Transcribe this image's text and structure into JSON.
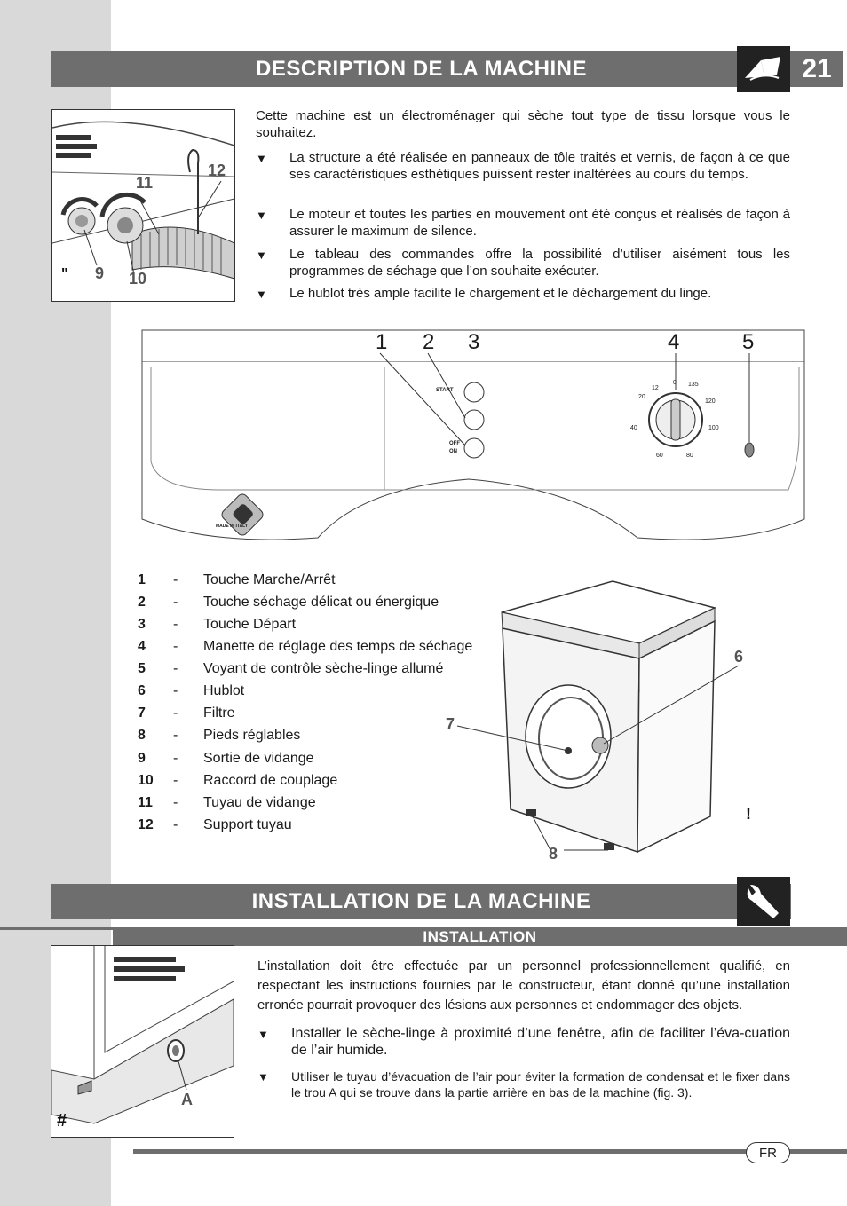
{
  "page_number": "21",
  "section1": {
    "title": "DESCRIPTION DE LA MACHINE",
    "intro": "Cette machine est un électroménager qui sèche tout type de tissu lorsque vous le souhaitez.",
    "bullets": [
      "La structure a été réalisée en panneaux de tôle traités et vernis, de façon à ce que ses caractéristiques esthétiques puissent rester inaltérées au cours du temps.",
      "Le moteur et toutes les parties en mouvement ont été conçus et réalisés de façon à assurer le maximum de silence.",
      "Le tableau des commandes offre la possibilité d’utiliser aisément tous les programmes de séchage que l’on souhaite exécuter.",
      "Le hublot très ample facilite le chargement et le déchargement du linge."
    ],
    "bullet_mark": "▼",
    "fig1": {
      "labels": [
        "11",
        "12",
        "9",
        "10"
      ],
      "glyph": "\""
    },
    "panel": {
      "numbers": [
        "1",
        "2",
        "3",
        "4",
        "5"
      ],
      "start_label": "START",
      "off_label": "OFF",
      "on_label": "ON",
      "dial_marks": [
        "0",
        "12",
        "20",
        "40",
        "60",
        "80",
        "100",
        "120",
        "135"
      ],
      "brand_text": "MADE IN ITALY"
    },
    "legend": [
      {
        "num": "1",
        "dash": "-",
        "text": "Touche Marche/Arrêt"
      },
      {
        "num": "2",
        "dash": "-",
        "text": "Touche séchage délicat ou énergique"
      },
      {
        "num": "3",
        "dash": "-",
        "text": "Touche Départ"
      },
      {
        "num": "4",
        "dash": "-",
        "text": "Manette de réglage des temps de séchage"
      },
      {
        "num": "5",
        "dash": "-",
        "text": "Voyant de contrôle sèche-linge allumé"
      },
      {
        "num": "6",
        "dash": "-",
        "text": "Hublot"
      },
      {
        "num": "7",
        "dash": "-",
        "text": "Filtre"
      },
      {
        "num": "8",
        "dash": "-",
        "text": "Pieds réglables"
      },
      {
        "num": "9",
        "dash": "-",
        "text": "Sortie de vidange"
      },
      {
        "num": "10",
        "dash": "-",
        "text": "Raccord de couplage"
      },
      {
        "num": "11",
        "dash": "-",
        "text": "Tuyau de vidange"
      },
      {
        "num": "12",
        "dash": "-",
        "text": "Support tuyau"
      }
    ],
    "machine_labels": {
      "six": "6",
      "seven": "7",
      "eight": "8",
      "excl": "!"
    }
  },
  "section2": {
    "title": "INSTALLATION DE LA MACHINE",
    "subtitle": "INSTALLATION",
    "intro": "L’installation doit être effectuée par un personnel professionnellement qualifié, en respectant les instructions fournies par le constructeur, étant donné qu’une installation erronée pourrait provoquer des lésions aux personnes et endommager des objets.",
    "bullets": [
      "Installer le sèche-linge à proximité d’une fenêtre, afin de faciliter l’éva-cuation de l’air humide.",
      "Utiliser le tuyau d’évacuation de l’air pour éviter la formation de condensat et le fixer dans le trou A qui se trouve dans la partie arrière en bas de la machine (fig. 3)."
    ],
    "fig3": {
      "label": "A",
      "glyph": "#"
    }
  },
  "footer": {
    "lang": "FR"
  }
}
